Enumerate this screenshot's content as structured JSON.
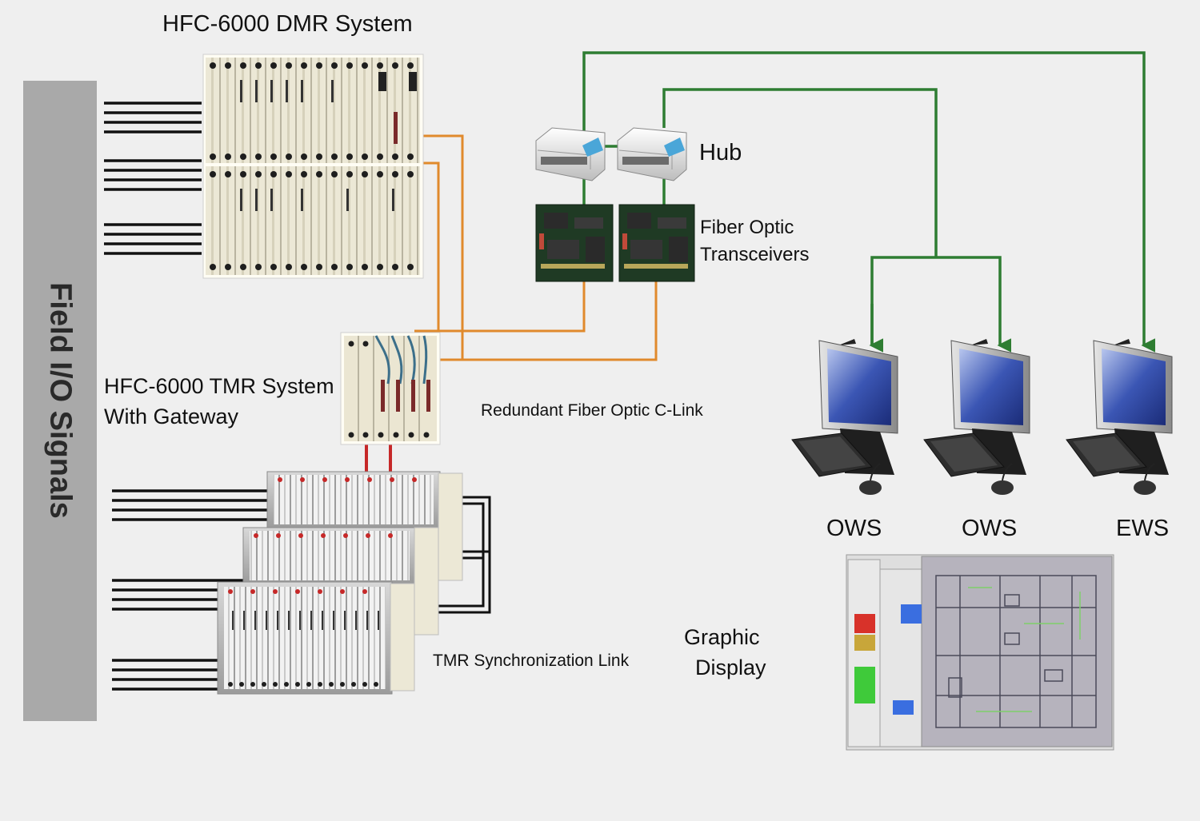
{
  "labels": {
    "dmr_system": "HFC-6000 DMR System",
    "field_io": "Field I/O Signals",
    "hub": "Hub",
    "fiber_optic_line1": "Fiber Optic",
    "fiber_optic_line2": "Transceivers",
    "tmr_line1": "HFC-6000 TMR System",
    "tmr_line2": "With Gateway",
    "clink": "Redundant Fiber Optic C-Link",
    "tmr_sync": "TMR Synchronization Link",
    "ows1": "OWS",
    "ows2": "OWS",
    "ews": "EWS",
    "graphic_line1": "Graphic",
    "graphic_line2": "Display"
  },
  "colors": {
    "background": "#efefef",
    "field_bar": "#a9a9a9",
    "orange_link": "#e08a2c",
    "green_link": "#2e7d32",
    "red_link": "#c62828",
    "black_link": "#111111"
  },
  "icons": [
    "dmr-rack-icon",
    "tmr-gateway-rack-icon",
    "tmr-chassis-icon",
    "hub-icon",
    "fiber-transceiver-icon",
    "workstation-icon",
    "graphic-display-screenshot"
  ]
}
